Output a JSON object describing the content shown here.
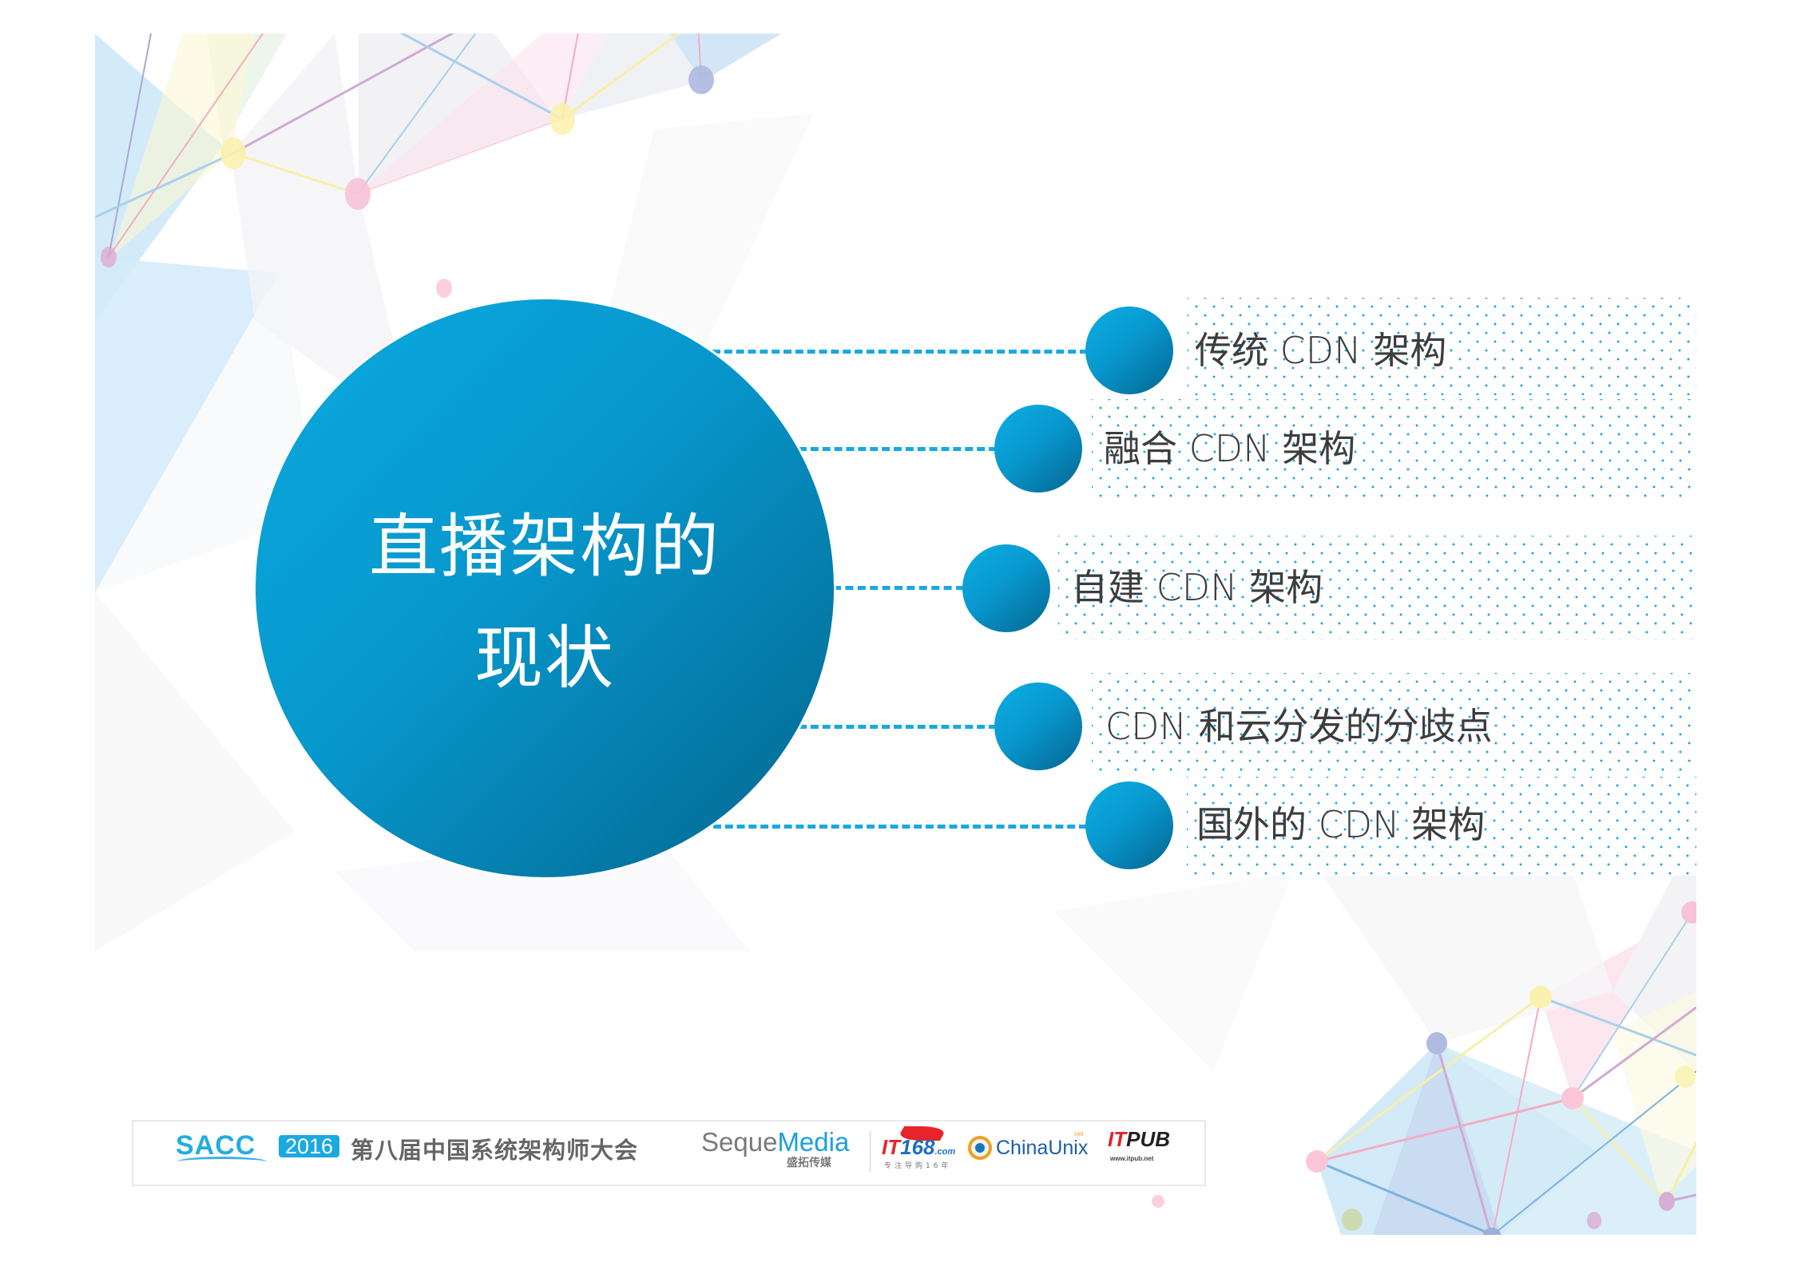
{
  "slide": {
    "title_line1": "直播架构的",
    "title_line2": "现状",
    "colors": {
      "hub_gradient_start": "#0aaae0",
      "hub_gradient_end": "#036a93",
      "connector": "#17a9e0",
      "dots": "#18a6de",
      "label_text": "#3d3d3d"
    },
    "items": [
      {
        "label": "传统 CDN 架构"
      },
      {
        "label": "融合 CDN 架构"
      },
      {
        "label": "自建 CDN 架构"
      },
      {
        "label": "CDN 和云分发的分歧点"
      },
      {
        "label": "国外的 CDN 架构"
      }
    ]
  },
  "footer": {
    "sacc": "SACC",
    "year": "2016",
    "conference": "第八届中国系统架构师大会",
    "seque_a": "Seque",
    "seque_b": "Media",
    "seque_cn": "盛拓传媒",
    "it168_it": "IT",
    "it168_num": "168",
    "it168_com": ".com",
    "it168_sub": "专注导购16年",
    "chinaunix": "ChinaUnix",
    "chinaunix_net": ".net",
    "itpub_it": "IT",
    "itpub_pub": "PUB",
    "itpub_sub": "www.itpub.net"
  }
}
